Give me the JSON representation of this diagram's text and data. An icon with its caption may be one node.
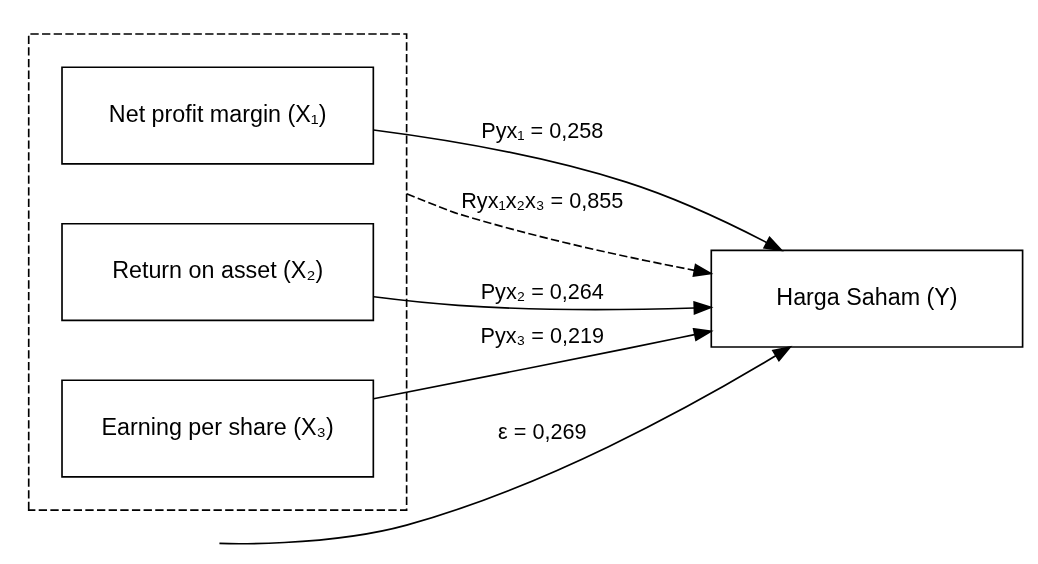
{
  "diagram": {
    "nodes": [
      {
        "text": [],
        "shape": "box"
      },
      {
        "text": [
          "Net profit margin (X₁)"
        ],
        "in": 0
      },
      {
        "text": [
          "Return on asset (X₂)"
        ],
        "in": 0
      },
      {
        "text": [
          "Earning per share (X₃)"
        ],
        "in": 0
      },
      {
        "text": [
          "Harga Saham (Y)"
        ]
      }
    ],
    "edges": [
      {
        "from": 1,
        "to": 4,
        "arrow": "to",
        "label": "Pyx₁ = 0,258"
      },
      {
        "from": 2,
        "to": 4,
        "arrow": "to",
        "label": "Pyx₂ = 0,264"
      },
      {
        "from": 3,
        "to": 4,
        "arrow": "to",
        "label": "Pyx₃ = 0,219"
      },
      {
        "from": null,
        "to": 4,
        "arrow": "to",
        "label": "ε = 0,269"
      },
      {
        "from": 0,
        "to": 4,
        "arrow": "to",
        "style": "dashed",
        "label": "Ryx₁x₂x₃ = 0,855"
      }
    ]
  }
}
